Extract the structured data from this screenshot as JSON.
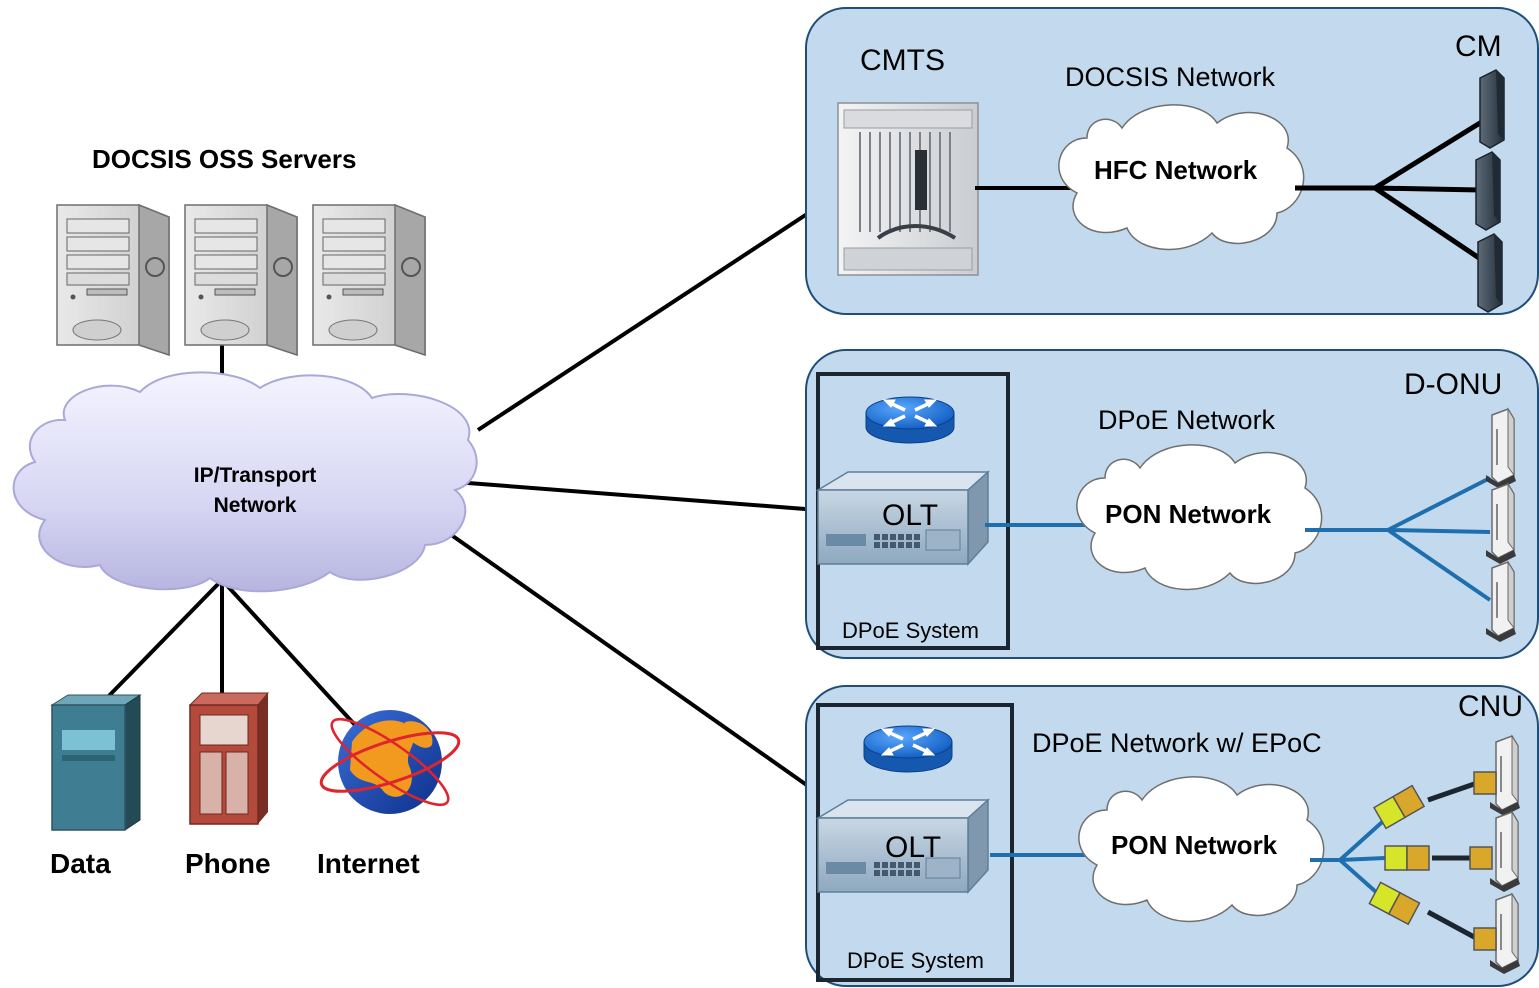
{
  "left": {
    "servers_title": "DOCSIS OSS Servers",
    "ip_cloud_line1": "IP/Transport",
    "ip_cloud_line2": "Network",
    "services": [
      "Data",
      "Phone",
      "Internet"
    ]
  },
  "panels": {
    "docsis": {
      "head_label": "CMTS",
      "network_label": "DOCSIS Network",
      "cloud_label": "HFC Network",
      "end_label": "CM"
    },
    "dpoe": {
      "head_label": "OLT",
      "system_label": "DPoE System",
      "network_label": "DPoE Network",
      "cloud_label": "PON Network",
      "end_label": "D-ONU"
    },
    "epoc": {
      "head_label": "OLT",
      "system_label": "DPoE System",
      "network_label": "DPoE Network w/ EPoC",
      "cloud_label": "PON Network",
      "end_label": "CNU"
    }
  },
  "colors": {
    "panel_fill": "#c3daee",
    "panel_stroke": "#1f4e79",
    "fiber_line": "#1f6fae",
    "ip_cloud": "#dcdcf5",
    "router": "#1f75d1",
    "coax_amp_a": "#d6e42a",
    "coax_amp_b": "#d9a72a"
  }
}
